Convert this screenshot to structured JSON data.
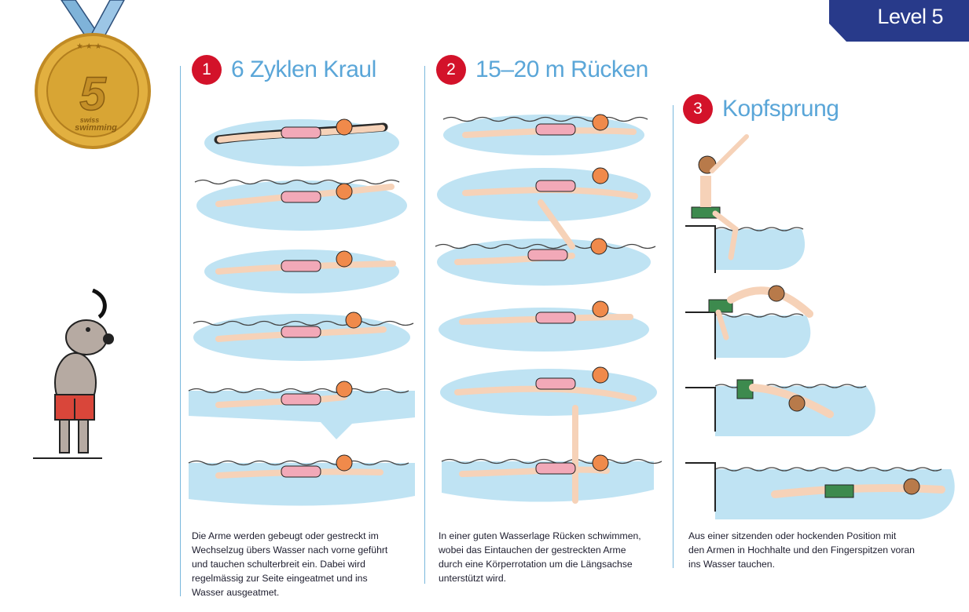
{
  "badge": {
    "label": "Level 5"
  },
  "medal": {
    "number": "5",
    "brand_line1": "swiss",
    "brand_line2": "swimming"
  },
  "sections": [
    {
      "number": "1",
      "title": "6 Zyklen Kraul",
      "description": [
        "Die Arme werden gebeugt oder gestreckt im",
        "Wechselzug übers Wasser nach vorne geführt",
        "und tauchen schulterbreit ein. Dabei wird",
        "regelmässig zur Seite eingeatmet und ins",
        "Wasser ausgeatmet."
      ]
    },
    {
      "number": "2",
      "title": "15–20 m Rücken",
      "description": [
        "In einer guten Wasserlage Rücken schwimmen,",
        "wobei das Eintauchen der gestreckten Arme",
        "durch eine Körperrotation um die Längsachse",
        "unterstützt wird."
      ]
    },
    {
      "number": "3",
      "title": "Kopfsprung",
      "description": [
        "Aus einer sitzenden oder hockenden Position mit",
        "den Armen in Hochhalte und den Fingerspitzen voran",
        "ins Wasser tauchen."
      ]
    }
  ],
  "colors": {
    "accent_red": "#d3122a",
    "title_blue": "#5aa6d8",
    "badge_navy": "#283a8a",
    "water": "#bfe3f3",
    "swimsuit": "#f2a9b8",
    "trunks": "#3d8a4e"
  }
}
